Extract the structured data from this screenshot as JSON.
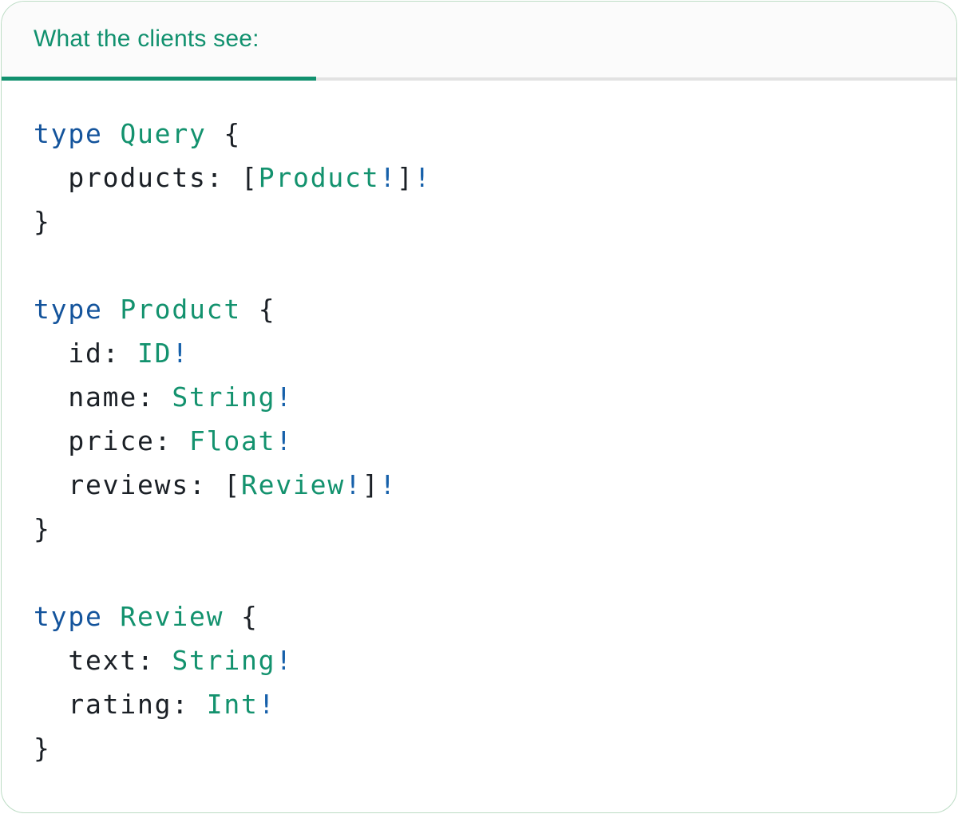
{
  "panel": {
    "tab_label": "What the clients see:"
  },
  "colors": {
    "accent_teal": "#12916F",
    "keyword_blue": "#14549C",
    "type_teal": "#13926E",
    "bang_blue": "#1660AA",
    "code_text": "#1B2026",
    "divider_gray": "#E2E2E2",
    "border_green": "#BCDCC4",
    "header_bg": "#FBFBFB"
  },
  "code": {
    "language": "graphql",
    "lines": [
      {
        "tokens": [
          [
            "kw",
            "type"
          ],
          [
            "pl",
            " "
          ],
          [
            "ty",
            "Query"
          ],
          [
            "pl",
            " {"
          ]
        ]
      },
      {
        "tokens": [
          [
            "pl",
            "  products: ["
          ],
          [
            "ty",
            "Product"
          ],
          [
            "bang",
            "!"
          ],
          [
            "pl",
            "]"
          ],
          [
            "bang",
            "!"
          ]
        ]
      },
      {
        "tokens": [
          [
            "pl",
            "}"
          ]
        ]
      },
      {
        "tokens": []
      },
      {
        "tokens": [
          [
            "kw",
            "type"
          ],
          [
            "pl",
            " "
          ],
          [
            "ty",
            "Product"
          ],
          [
            "pl",
            " {"
          ]
        ]
      },
      {
        "tokens": [
          [
            "pl",
            "  id: "
          ],
          [
            "ty",
            "ID"
          ],
          [
            "bang",
            "!"
          ]
        ]
      },
      {
        "tokens": [
          [
            "pl",
            "  name: "
          ],
          [
            "ty",
            "String"
          ],
          [
            "bang",
            "!"
          ]
        ]
      },
      {
        "tokens": [
          [
            "pl",
            "  price: "
          ],
          [
            "ty",
            "Float"
          ],
          [
            "bang",
            "!"
          ]
        ]
      },
      {
        "tokens": [
          [
            "pl",
            "  reviews: ["
          ],
          [
            "ty",
            "Review"
          ],
          [
            "bang",
            "!"
          ],
          [
            "pl",
            "]"
          ],
          [
            "bang",
            "!"
          ]
        ]
      },
      {
        "tokens": [
          [
            "pl",
            "}"
          ]
        ]
      },
      {
        "tokens": []
      },
      {
        "tokens": [
          [
            "kw",
            "type"
          ],
          [
            "pl",
            " "
          ],
          [
            "ty",
            "Review"
          ],
          [
            "pl",
            " {"
          ]
        ]
      },
      {
        "tokens": [
          [
            "pl",
            "  text: "
          ],
          [
            "ty",
            "String"
          ],
          [
            "bang",
            "!"
          ]
        ]
      },
      {
        "tokens": [
          [
            "pl",
            "  rating: "
          ],
          [
            "ty",
            "Int"
          ],
          [
            "bang",
            "!"
          ]
        ]
      },
      {
        "tokens": [
          [
            "pl",
            "}"
          ]
        ]
      }
    ]
  }
}
